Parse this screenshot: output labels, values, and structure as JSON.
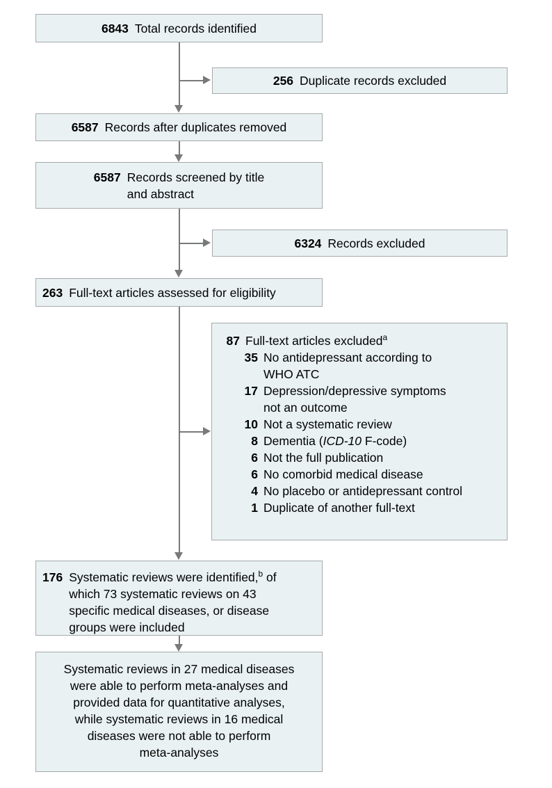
{
  "diagram": {
    "type": "prisma-flow-diagram",
    "colors": {
      "box_fill": "#e9f1f2",
      "box_border": "#a6a9ab",
      "connector": "#77797b",
      "text": "#000000",
      "background": "#ffffff"
    },
    "nodes": {
      "total_records": {
        "count": "6843",
        "label": "Total records identified"
      },
      "duplicates_excluded": {
        "count": "256",
        "label": "Duplicate records excluded"
      },
      "after_duplicates": {
        "count": "6587",
        "label": "Records after duplicates removed"
      },
      "screened": {
        "count": "6587",
        "label_line1": "Records screened by title",
        "label_line2": "and abstract"
      },
      "records_excluded": {
        "count": "6324",
        "label": "Records excluded"
      },
      "fulltext_assessed": {
        "count": "263",
        "label": "Full-text articles assessed for eligibility"
      },
      "fulltext_excluded": {
        "count": "87",
        "label": "Full-text articles excluded",
        "footnote_marker": "a",
        "reasons": [
          {
            "count": "35",
            "label_line1": "No antidepressant according to",
            "label_line2": "WHO ATC"
          },
          {
            "count": "17",
            "label_line1": "Depression/depressive symptoms",
            "label_line2": "not an outcome"
          },
          {
            "count": "10",
            "label_line1": "Not a systematic review",
            "label_line2": ""
          },
          {
            "count": "8",
            "label_pre": "Dementia (",
            "label_italic": "ICD-10",
            "label_post": " F-code)"
          },
          {
            "count": "6",
            "label_line1": "Not the full publication",
            "label_line2": ""
          },
          {
            "count": "6",
            "label_line1": "No comorbid medical disease",
            "label_line2": ""
          },
          {
            "count": "4",
            "label_line1": "No placebo or antidepressant control",
            "label_line2": ""
          },
          {
            "count": "1",
            "label_line1": "Duplicate of another full-text",
            "label_line2": ""
          }
        ]
      },
      "included_reviews": {
        "count": "176",
        "line1_pre": "Systematic reviews were identified,",
        "footnote_marker": "b",
        "line1_post": " of",
        "line2": "which 73 systematic reviews on 43",
        "line3": "specific medical diseases, or disease",
        "line4": "groups were included"
      },
      "final_outcome": {
        "line1": "Systematic reviews in 27 medical diseases",
        "line2": "were able to perform meta-analyses and",
        "line3": "provided data for quantitative analyses,",
        "line4": "while systematic reviews in 16 medical",
        "line5": "diseases were not able to perform",
        "line6": "meta-analyses"
      }
    }
  }
}
